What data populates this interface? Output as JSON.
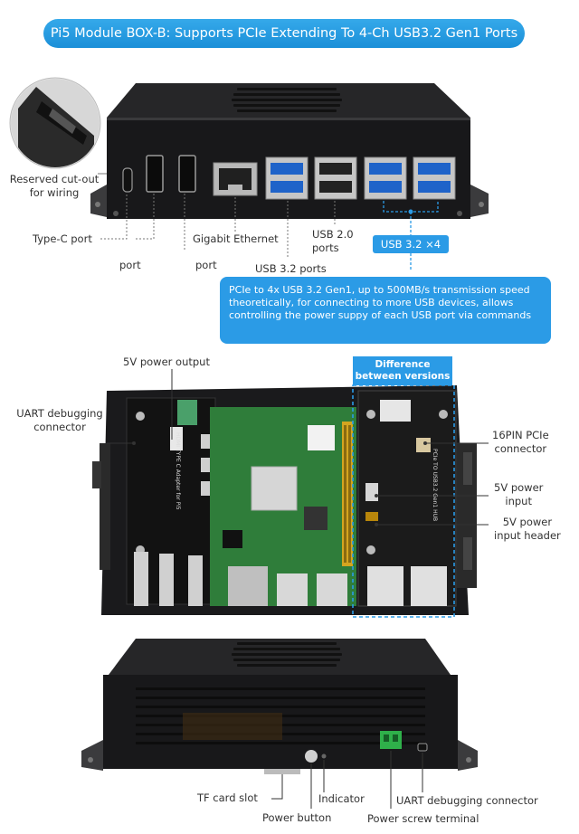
{
  "title": "Pi5 Module BOX-B: Supports PCIe Extending To 4-Ch USB3.2 Gen1 Ports",
  "top_view": {
    "reserved_cutout": "Reserved cut-out\nfor wiring",
    "type_c_port": "Type-C port",
    "hdmi_port_1": "port",
    "hdmi_port_2": "port",
    "gigabit_ethernet": "Gigabit Ethernet",
    "usb20_ports": "USB 2.0\nports",
    "usb32_ports": "USB 3.2 ports",
    "usb32_x4": "USB 3.2 ×4",
    "pcie_description": "PCIe to 4x USB 3.2 Gen1, up to 500MB/s transmission speed theoretically, for connecting to more USB devices, allows controlling the power suppy of each USB port via commands"
  },
  "middle_view": {
    "power_output": "5V power output",
    "uart_connector": "UART debugging\nconnector",
    "difference": "Difference\nbetween versions",
    "pcie_connector": "16PIN PCIe\nconnector",
    "power_input": "5V power\ninput",
    "power_input_header": "5V power\ninput header",
    "pcb_label": "HDMI TYPE C Adapter for Pi5",
    "pcb_label2": "PCIe TO USB3.2 Gen1 HUB"
  },
  "bottom_view": {
    "tf_card_slot": "TF card slot",
    "indicator": "Indicator",
    "uart_connector": "UART debugging connector",
    "power_button": "Power button",
    "power_screw_terminal": "Power screw terminal"
  },
  "colors": {
    "accent": "#2b9be6",
    "case": "#1c1c1e",
    "pcb_green": "#2f7d3a",
    "usb3_blue": "#1f63c9"
  }
}
